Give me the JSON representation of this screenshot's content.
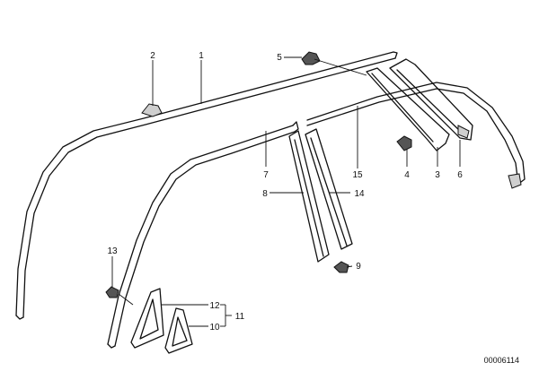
{
  "callouts": {
    "c1": "1",
    "c2": "2",
    "c3": "3",
    "c4": "4",
    "c5": "5",
    "c6": "6",
    "c7": "7",
    "c8": "8",
    "c9": "9",
    "c10": "10",
    "c11": "11",
    "c12": "12",
    "c13": "13",
    "c14": "14",
    "c15": "15"
  },
  "diagram_id": "00006114"
}
